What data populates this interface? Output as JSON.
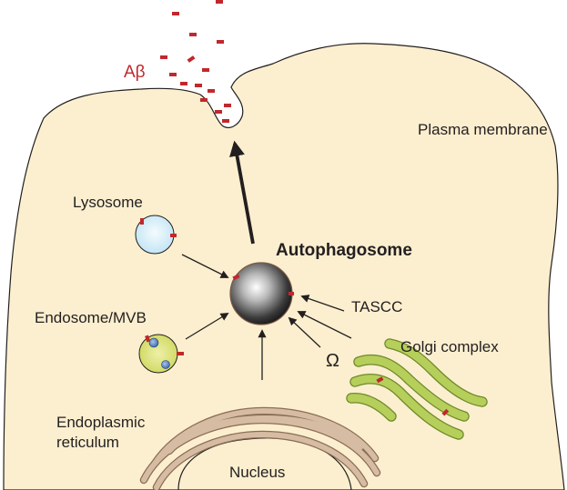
{
  "labels": {
    "abeta": "Aβ",
    "plasma_membrane": "Plasma membrane",
    "lysosome": "Lysosome",
    "autophagosome": "Autophagosome",
    "endosome_mvb": "Endosome/MVB",
    "tascc": "TASCC",
    "golgi": "Golgi complex",
    "omega": "Ω",
    "er_line1": "Endoplasmic",
    "er_line2": "reticulum",
    "nucleus": "Nucleus"
  },
  "colors": {
    "cytoplasm": "#fcefcf",
    "membrane_outline": "#231f20",
    "abeta_red": "#c0282d",
    "golgi_green": "#b5cf5a",
    "er_brown": "#c4a88d",
    "lysosome_blue": "#cde9f7",
    "endosome_green": "#dde47a",
    "vesicle_blue": "#3f6fb5",
    "autophagosome_dark": "#2b2b2b"
  },
  "icons": [
    "abeta-peptide-icon",
    "vesicle-icon",
    "arrow-icon"
  ]
}
